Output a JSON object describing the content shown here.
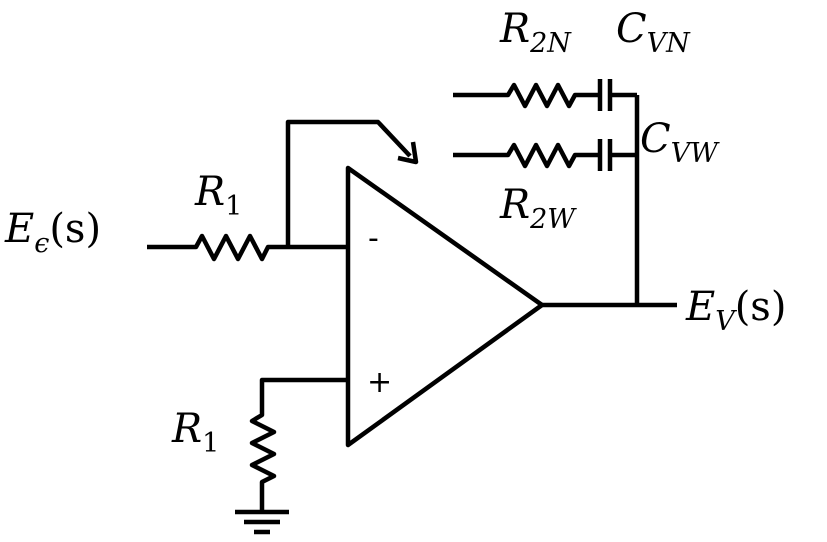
{
  "diagram": {
    "input_label": {
      "main": "E",
      "sub": "ϵ",
      "arg": "(s)"
    },
    "output_label": {
      "main": "E",
      "sub": "V",
      "arg": "(s)"
    },
    "r1_top": {
      "main": "R",
      "sub": "1"
    },
    "r1_bottom": {
      "main": "R",
      "sub": "1"
    },
    "r2n": {
      "main": "R",
      "sub": "2N"
    },
    "r2w": {
      "main": "R",
      "sub": "2W"
    },
    "cvn": {
      "main": "C",
      "sub": "VN"
    },
    "cvw": {
      "main": "C",
      "sub": "VW"
    },
    "opamp": {
      "minus": "-",
      "plus": "+"
    }
  }
}
